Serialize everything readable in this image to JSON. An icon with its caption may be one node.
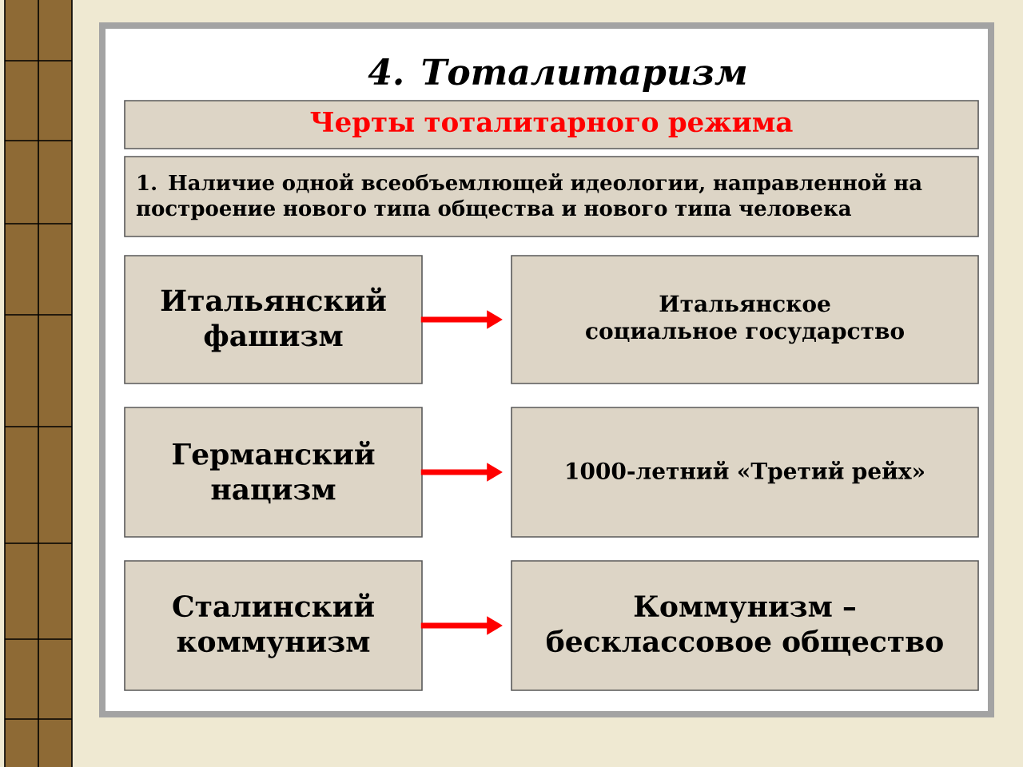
{
  "diagram": {
    "title": "4. Тоталитаризм",
    "nodes": [
      {
        "text": [
          "Черты тоталитарного режима"
        ]
      },
      {
        "text": [
          "1. Наличие одной всеобъемлющей идеологии, направленной на построение нового типа общества и нового типа человека"
        ]
      },
      {
        "text": [
          "Итальянский фашизм"
        ]
      },
      {
        "text": [
          "Итальянское социальное государство"
        ]
      },
      {
        "text": [
          "Германский нацизм"
        ]
      },
      {
        "text": [
          "1000-летний «Третий рейх»"
        ]
      },
      {
        "text": [
          "Сталинский коммунизм"
        ]
      },
      {
        "text": [
          "Коммунизм – бесклассовое общество"
        ]
      }
    ],
    "edges": [
      {
        "from": 2,
        "to": 3,
        "arrow": "to"
      },
      {
        "from": 4,
        "to": 5,
        "arrow": "to"
      },
      {
        "from": 6,
        "to": 7,
        "arrow": "to"
      }
    ]
  }
}
